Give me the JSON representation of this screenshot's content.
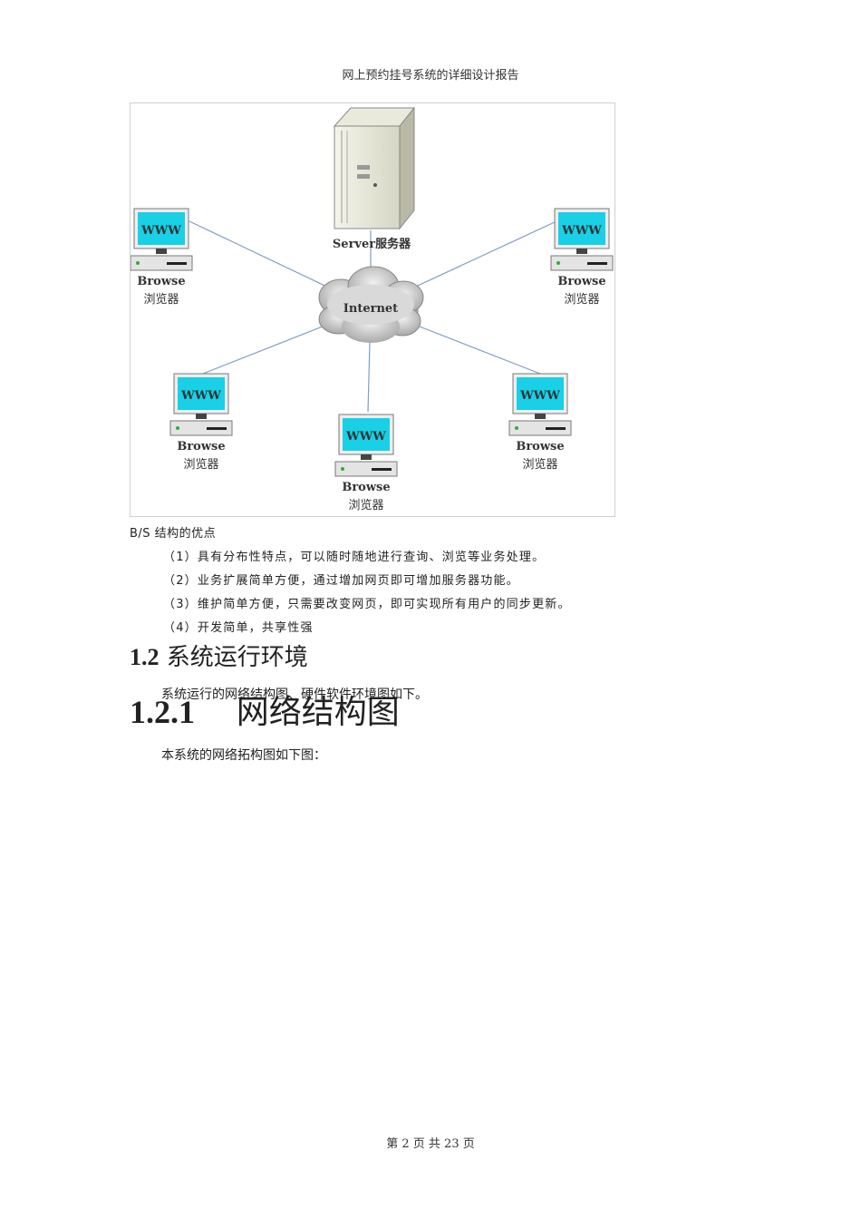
{
  "header": {
    "title": "网上预约挂号系统的详细设计报告"
  },
  "diagram": {
    "server_label": "Server服务器",
    "cloud_label": "Internet",
    "screen_text": "WWW",
    "client_label_en": "Browse",
    "client_label_cn": "浏览器",
    "colors": {
      "screen": "#19d0e6",
      "line": "#7f9ec2",
      "cloud": "#c9c9c9"
    }
  },
  "caption": "B/S 结构的优点",
  "advantages": [
    "（1）具有分布性特点，可以随时随地进行查询、浏览等业务处理。",
    "（2）业务扩展简单方便，通过增加网页即可增加服务器功能。",
    "（3）维护简单方便，只需要改变网页，即可实现所有用户的同步更新。",
    "（4）开发简单，共享性强"
  ],
  "section": {
    "number": "1.2",
    "title": "系统运行环境",
    "intro": "系统运行的网络结构图、硬件软件环境图如下。"
  },
  "subsection": {
    "number": "1.2.1",
    "title": "网络结构图",
    "body": "本系统的网络拓构图如下图："
  },
  "footer": {
    "page_text": "第 2 页 共 23 页"
  }
}
